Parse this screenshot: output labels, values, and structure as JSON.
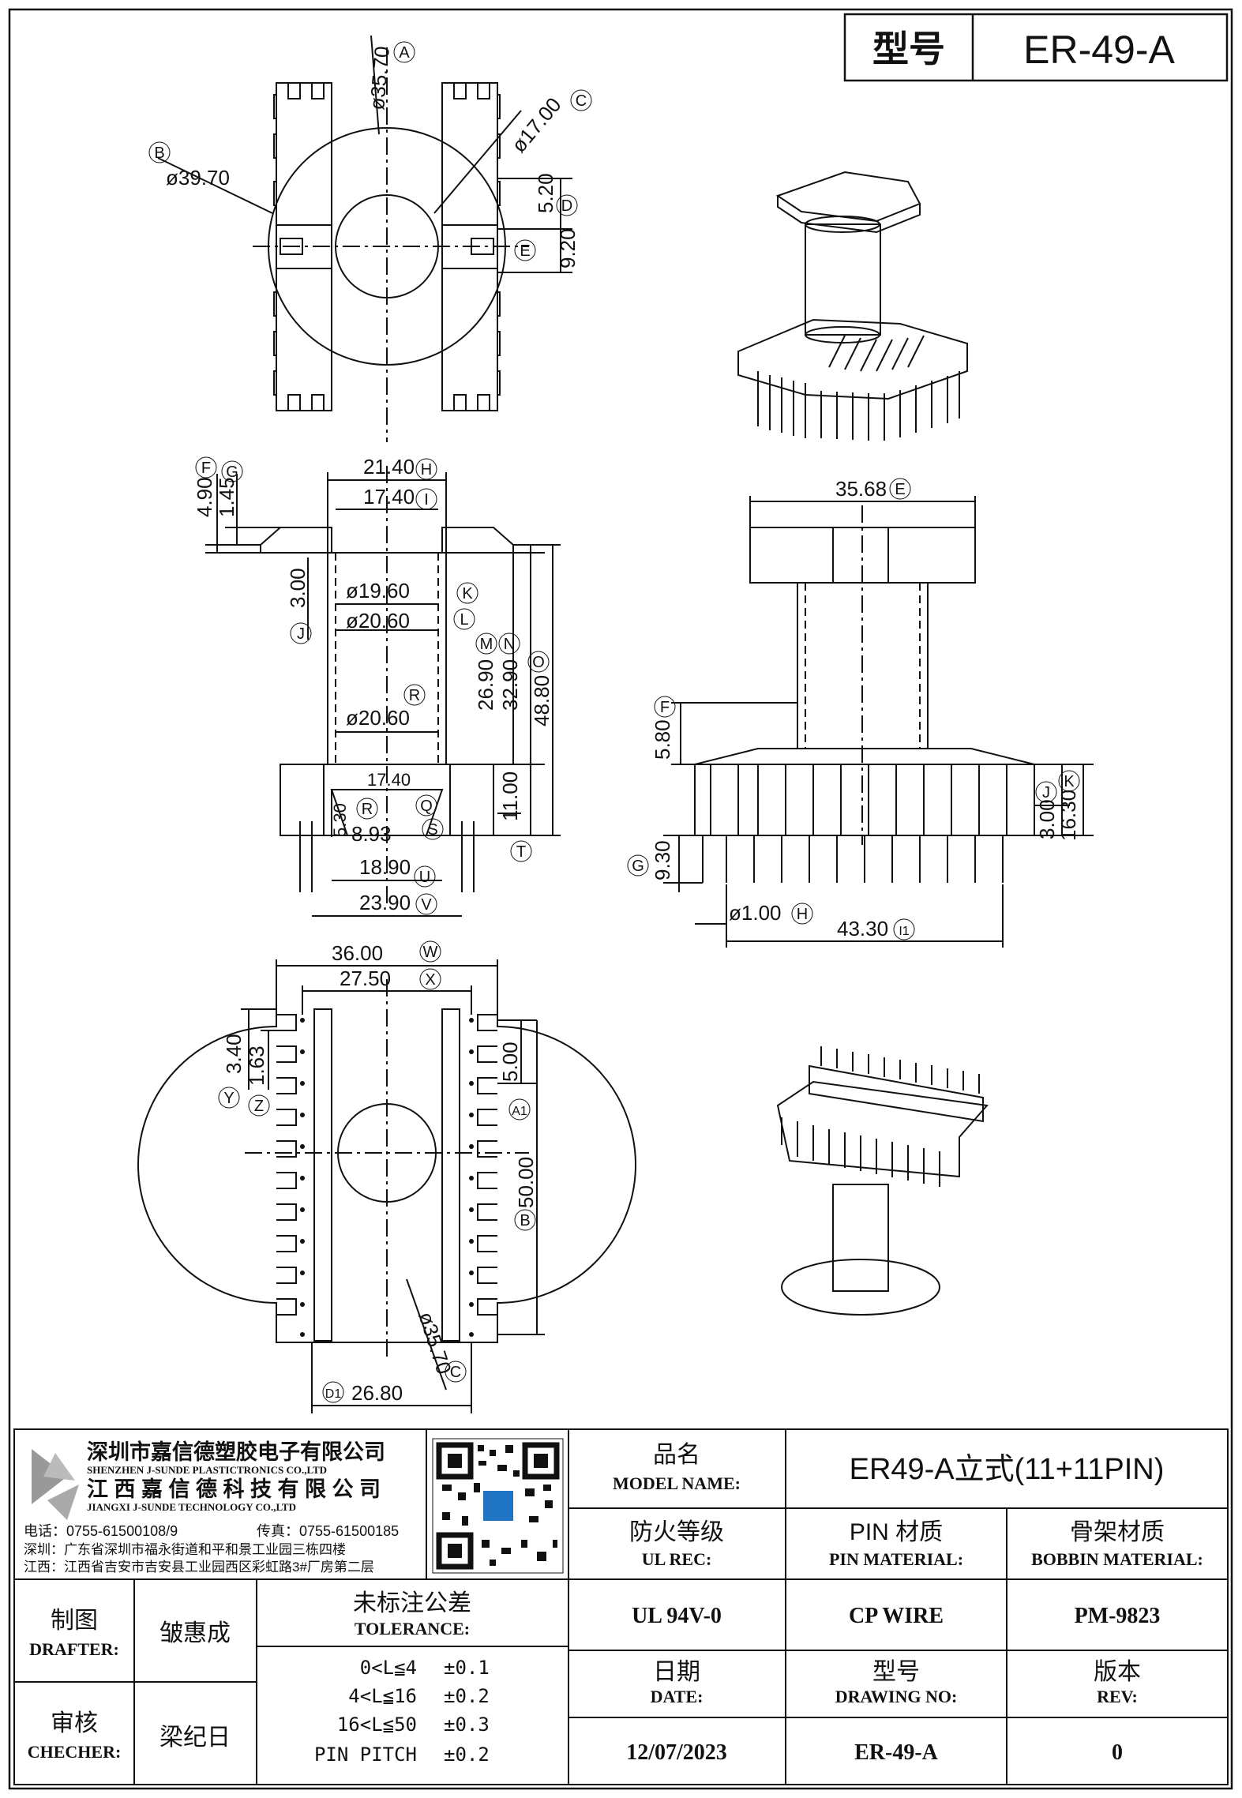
{
  "title_block": {
    "model_label": "型号",
    "model_value": "ER-49-A"
  },
  "views": {
    "top": {
      "dims": [
        "ø35.70",
        "ø39.70",
        "ø17.00",
        "5.20",
        "9.20"
      ],
      "markers": [
        "A",
        "B",
        "C",
        "D",
        "E"
      ]
    },
    "front": {
      "dims": [
        "21.40",
        "17.40",
        "4.90",
        "1.45",
        "3.00",
        "ø19.60",
        "ø20.60",
        "26.90",
        "32.90",
        "48.80",
        "ø20.60",
        "17.40",
        "5.30",
        "8.93",
        "11.00",
        "18.90",
        "23.90"
      ],
      "markers": [
        "H",
        "I",
        "F",
        "G",
        "J",
        "K",
        "L",
        "M",
        "N",
        "O",
        "R",
        "Q",
        "R",
        "S",
        "T",
        "U",
        "V"
      ]
    },
    "side": {
      "dims": [
        "35.68",
        "5.80",
        "9.30",
        "ø1.00",
        "43.30",
        "3.00",
        "16.30"
      ],
      "markers": [
        "E",
        "F",
        "G",
        "H",
        "I1",
        "J",
        "K"
      ]
    },
    "bottom": {
      "dims": [
        "36.00",
        "27.50",
        "3.40",
        "1.63",
        "5.00",
        "50.00",
        "ø35.70",
        "26.80"
      ],
      "markers": [
        "W",
        "X",
        "Y",
        "Z",
        "A1",
        "B",
        "C",
        "D1"
      ]
    }
  },
  "company": {
    "name_cn": "深圳市嘉信德塑胶电子有限公司",
    "name_en": "SHENZHEN J-SUNDE PLASTICTRONICS CO.,LTD",
    "name2_cn": "江 西 嘉 信 德 科 技 有 限 公 司",
    "name2_en": "JIANGXI J-SUNDE TECHNOLOGY CO.,LTD",
    "phone": "电话：0755-61500108/9",
    "fax": "传真：0755-61500185",
    "addr_sz": "深圳：广东省深圳市福永街道和平和景工业园三栋四楼",
    "addr_jx": "江西：江西省吉安市吉安县工业园西区彩虹路3#厂房第二层"
  },
  "info": {
    "model_name_cn": "品名",
    "model_name_en": "MODEL NAME:",
    "model_name_value": "ER49-A立式(11+11PIN)",
    "ul_cn": "防火等级",
    "ul_en": "UL REC:",
    "pin_cn": "PIN 材质",
    "pin_en": "PIN MATERIAL:",
    "bobbin_cn": "骨架材质",
    "bobbin_en": "BOBBIN MATERIAL:",
    "ul_value": "UL 94V-0",
    "pin_value": "CP WIRE",
    "bobbin_value": "PM-9823",
    "date_cn": "日期",
    "date_en": "DATE:",
    "drawing_cn": "型号",
    "drawing_en": "DRAWING NO:",
    "rev_cn": "版本",
    "rev_en": "REV:",
    "date_value": "12/07/2023",
    "drawing_value": "ER-49-A",
    "rev_value": "0"
  },
  "staff": {
    "drafter_cn": "制图",
    "drafter_en": "DRAFTER:",
    "drafter_name": "皱惠成",
    "checker_cn": "审核",
    "checker_en": "CHECHER:",
    "checker_name": "梁纪日"
  },
  "tolerance": {
    "title_cn": "未标注公差",
    "title_en": "TOLERANCE:",
    "rows": [
      {
        "range": "0<L≦4",
        "value": "±0.1"
      },
      {
        "range": "4<L≦16",
        "value": "±0.2"
      },
      {
        "range": "16<L≦50",
        "value": "±0.3"
      },
      {
        "range": "PIN PITCH",
        "value": "±0.2"
      }
    ]
  }
}
